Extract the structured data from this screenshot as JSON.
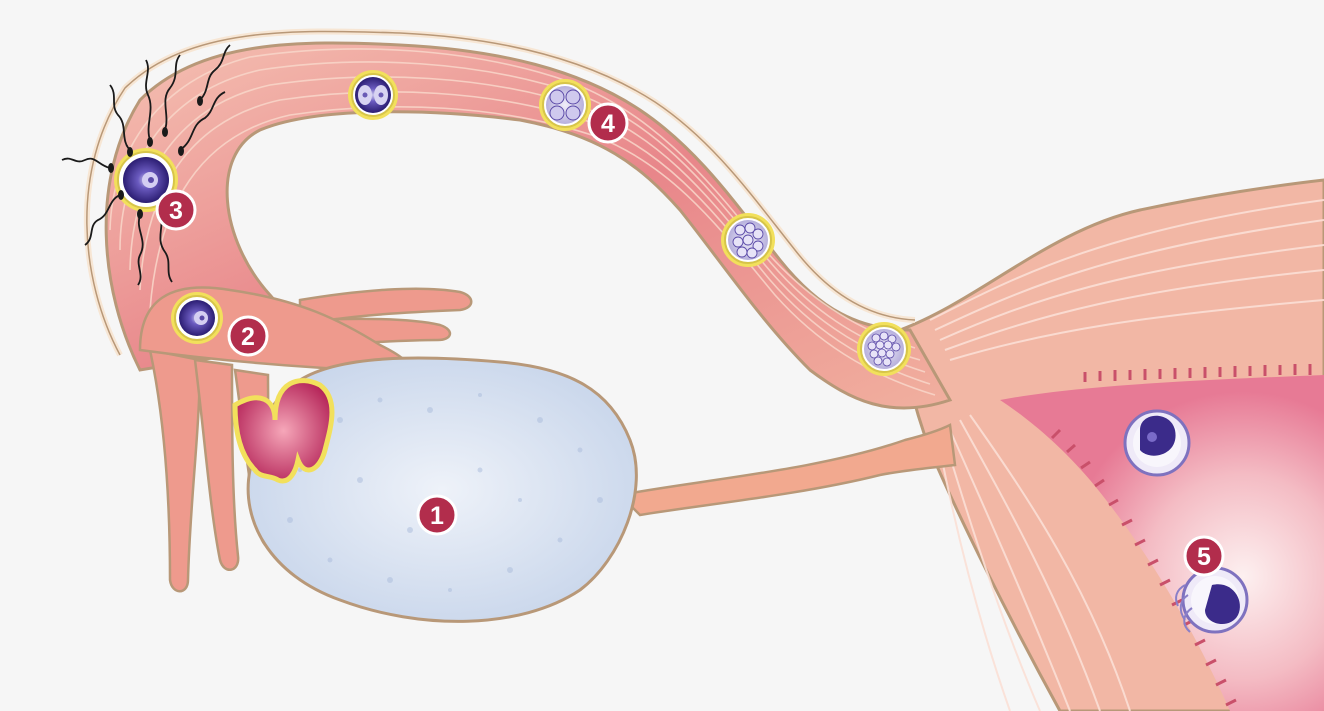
{
  "diagram": {
    "markers": [
      {
        "id": "ovary",
        "number": "1"
      },
      {
        "id": "egg-released",
        "number": "2"
      },
      {
        "id": "fertilization",
        "number": "3"
      },
      {
        "id": "cleavage",
        "number": "4"
      },
      {
        "id": "implantation",
        "number": "5"
      }
    ],
    "colors": {
      "background": "#f6f6f6",
      "outline": "#b89878",
      "tube_light": "#f3b7a8",
      "tube_dark": "#dc6f72",
      "muscle_line": "#f8ddd2",
      "ovary_fill": "#d2def0",
      "marker_fill": "#b22d4c",
      "cell_purple": "#3b2b8a",
      "zona_yellow": "#f2e05c",
      "uterus_inner": "#e98aa0"
    }
  }
}
